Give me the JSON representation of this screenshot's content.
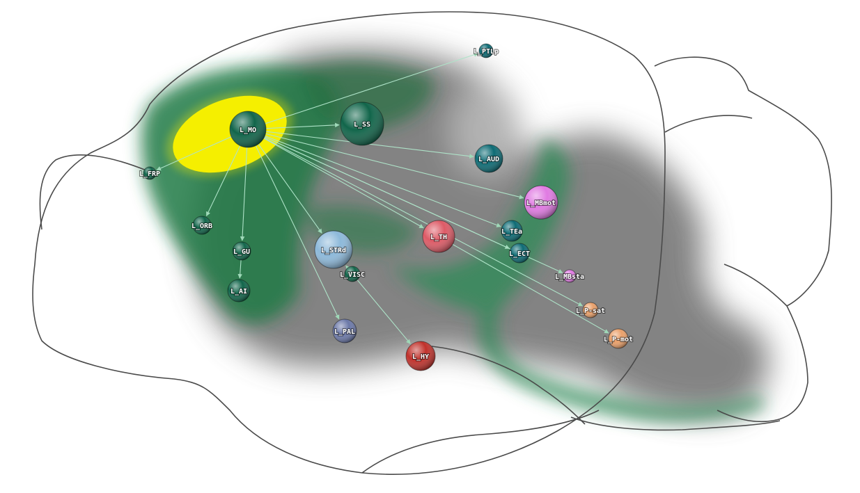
{
  "source_region": "L_MO",
  "colors": {
    "injection_site": "#f5ef00",
    "projection_density": "#2e8b57",
    "edge": "#aee3c8",
    "outline": "#4a4a4a"
  },
  "nodes": [
    {
      "id": "L_MO",
      "color": "#11654a",
      "r": 26
    },
    {
      "id": "L_SS",
      "color": "#11654a",
      "r": 31
    },
    {
      "id": "L_PTLp",
      "color": "#0d6b74",
      "r": 10
    },
    {
      "id": "L_AUD",
      "color": "#0d6b74",
      "r": 20
    },
    {
      "id": "L_FRP",
      "color": "#11654a",
      "r": 9
    },
    {
      "id": "L_ORB",
      "color": "#11654a",
      "r": 13
    },
    {
      "id": "L_GU",
      "color": "#11654a",
      "r": 13
    },
    {
      "id": "L_AI",
      "color": "#11654a",
      "r": 16
    },
    {
      "id": "L_STRd",
      "color": "#8db9da",
      "r": 27
    },
    {
      "id": "L_VISC",
      "color": "#11654a",
      "r": 11
    },
    {
      "id": "L_PAL",
      "color": "#6b78a8",
      "r": 17
    },
    {
      "id": "L_HY",
      "color": "#c0312b",
      "r": 21
    },
    {
      "id": "L_TH",
      "color": "#dd5a66",
      "r": 23
    },
    {
      "id": "L_MBmot",
      "color": "#e07ae2",
      "r": 24
    },
    {
      "id": "L_TEa",
      "color": "#0d6b74",
      "r": 15
    },
    {
      "id": "L_ECT",
      "color": "#0d6b74",
      "r": 14
    },
    {
      "id": "L_MBsta",
      "color": "#e07ae2",
      "r": 9
    },
    {
      "id": "L_P-sat",
      "color": "#eaa06a",
      "r": 11
    },
    {
      "id": "L_P-mot",
      "color": "#eaa06a",
      "r": 14
    }
  ],
  "edges": [
    {
      "from": "L_MO",
      "to": "L_SS"
    },
    {
      "from": "L_MO",
      "to": "L_PTLp"
    },
    {
      "from": "L_MO",
      "to": "L_AUD"
    },
    {
      "from": "L_MO",
      "to": "L_MBmot"
    },
    {
      "from": "L_MO",
      "to": "L_FRP"
    },
    {
      "from": "L_MO",
      "to": "L_ORB"
    },
    {
      "from": "L_MO",
      "to": "L_GU"
    },
    {
      "from": "L_GU",
      "to": "L_AI"
    },
    {
      "from": "L_MO",
      "to": "L_STRd"
    },
    {
      "from": "L_MO",
      "to": "L_PAL"
    },
    {
      "from": "L_MO",
      "to": "L_TH"
    },
    {
      "from": "L_MO",
      "to": "L_TEa"
    },
    {
      "from": "L_MO",
      "to": "L_ECT"
    },
    {
      "from": "L_MO",
      "to": "L_MBsta"
    },
    {
      "from": "L_MO",
      "to": "L_P-sat"
    },
    {
      "from": "L_TH",
      "to": "L_P-mot"
    },
    {
      "from": "L_VISC",
      "to": "L_STRd"
    },
    {
      "from": "L_VISC",
      "to": "L_HY"
    }
  ]
}
